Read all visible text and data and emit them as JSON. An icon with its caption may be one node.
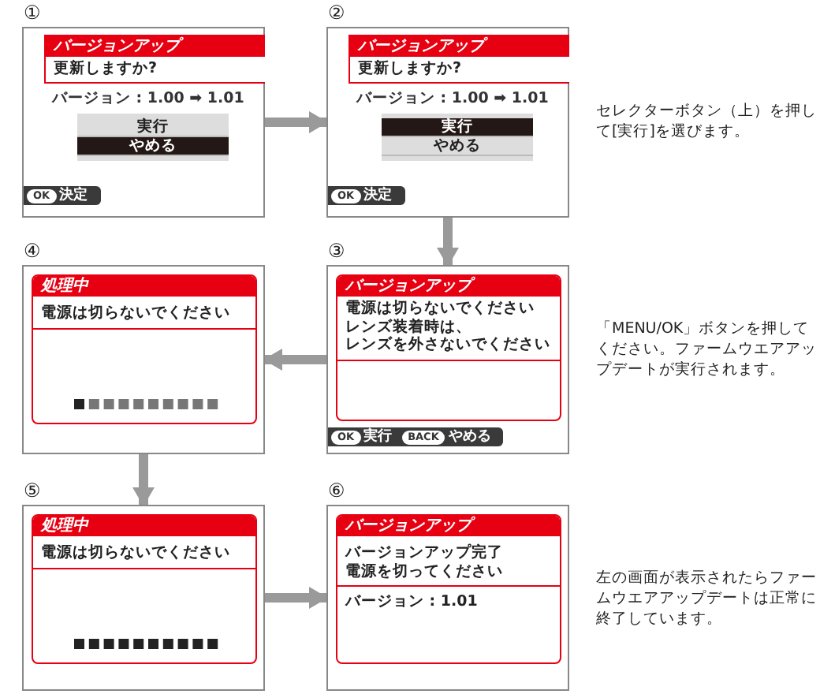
{
  "diagram": {
    "nodes": [
      {
        "text": [
          "バージョンアップ",
          "更新しますか?",
          "バージョン : 1.00 ➡ 1.01",
          "実行",
          "やめる",
          "OK",
          "決定"
        ],
        "beside": [
          "①"
        ]
      },
      {
        "text": [
          "バージョンアップ",
          "更新しますか?",
          "バージョン : 1.00 ➡ 1.01",
          "実行",
          "やめる",
          "OK",
          "決定"
        ],
        "beside": [
          "②"
        ]
      },
      {
        "text": [
          "バージョンアップ",
          "電源は切らないでください",
          "レンズ装着時は、",
          "レンズを外さないでください",
          "OK",
          "実行",
          "BACK",
          "やめる"
        ],
        "beside": [
          "③"
        ]
      },
      {
        "text": [
          "処理中",
          "電源は切らないでください"
        ],
        "beside": [
          "④"
        ]
      },
      {
        "text": [
          "処理中",
          "電源は切らないでください"
        ],
        "beside": [
          "⑤"
        ]
      },
      {
        "text": [
          "バージョンアップ",
          "バージョンアップ完了",
          "電源を切ってください",
          "バージョン : 1.01"
        ],
        "beside": [
          "⑥"
        ]
      }
    ],
    "edges": [
      {
        "from": 0,
        "to": 1,
        "arrow": "to"
      },
      {
        "from": 1,
        "to": 2,
        "arrow": "to"
      },
      {
        "from": 2,
        "to": 3,
        "arrow": "to"
      },
      {
        "from": 3,
        "to": 4,
        "arrow": "to"
      },
      {
        "from": 4,
        "to": 5,
        "arrow": "to"
      }
    ],
    "labels": [
      "セレクターボタン（上）を押して[実行]を選びます。",
      "「MENU/OK」ボタンを押してください。ファームウエアアップデートが実行されます。",
      "左の画面が表示されたらファームウエアアップデートは正常に終了しています。"
    ]
  }
}
